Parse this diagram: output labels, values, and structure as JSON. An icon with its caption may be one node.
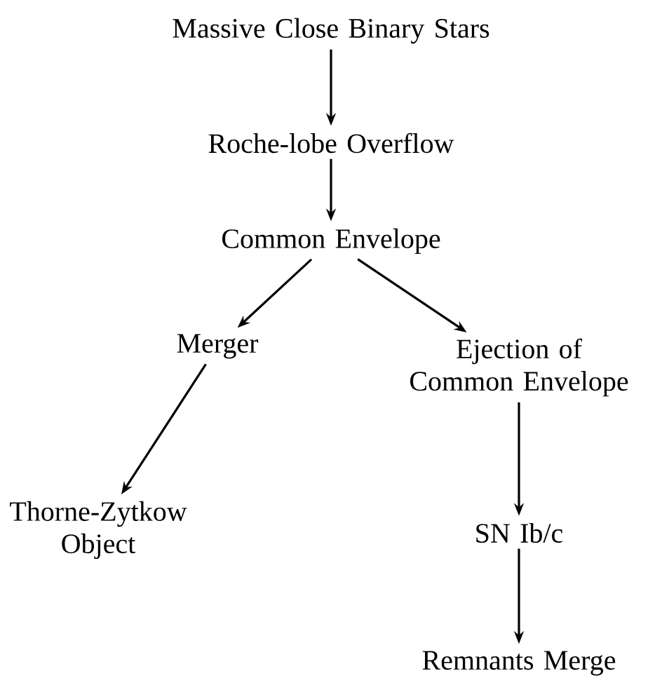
{
  "diagram": {
    "nodes": [
      {
        "text": [
          "Massive Close Binary Stars"
        ]
      },
      {
        "text": [
          "Roche-lobe Overflow"
        ]
      },
      {
        "text": [
          "Common Envelope"
        ]
      },
      {
        "text": [
          "Merger"
        ]
      },
      {
        "text": [
          "Ejection of Common Envelope"
        ]
      },
      {
        "text": [
          "Thorne-Zytkow Object"
        ]
      },
      {
        "text": [
          "SN Ib/c"
        ]
      },
      {
        "text": [
          "Remnants Merge"
        ]
      }
    ],
    "edges": [
      {
        "from": 0,
        "to": 1,
        "arrow": "to"
      },
      {
        "from": 1,
        "to": 2,
        "arrow": "to"
      },
      {
        "from": 2,
        "to": 3,
        "arrow": "to"
      },
      {
        "from": 2,
        "to": 4,
        "arrow": "to"
      },
      {
        "from": 3,
        "to": 5,
        "arrow": "to"
      },
      {
        "from": 4,
        "to": 6,
        "arrow": "to"
      },
      {
        "from": 6,
        "to": 7,
        "arrow": "to"
      }
    ]
  }
}
